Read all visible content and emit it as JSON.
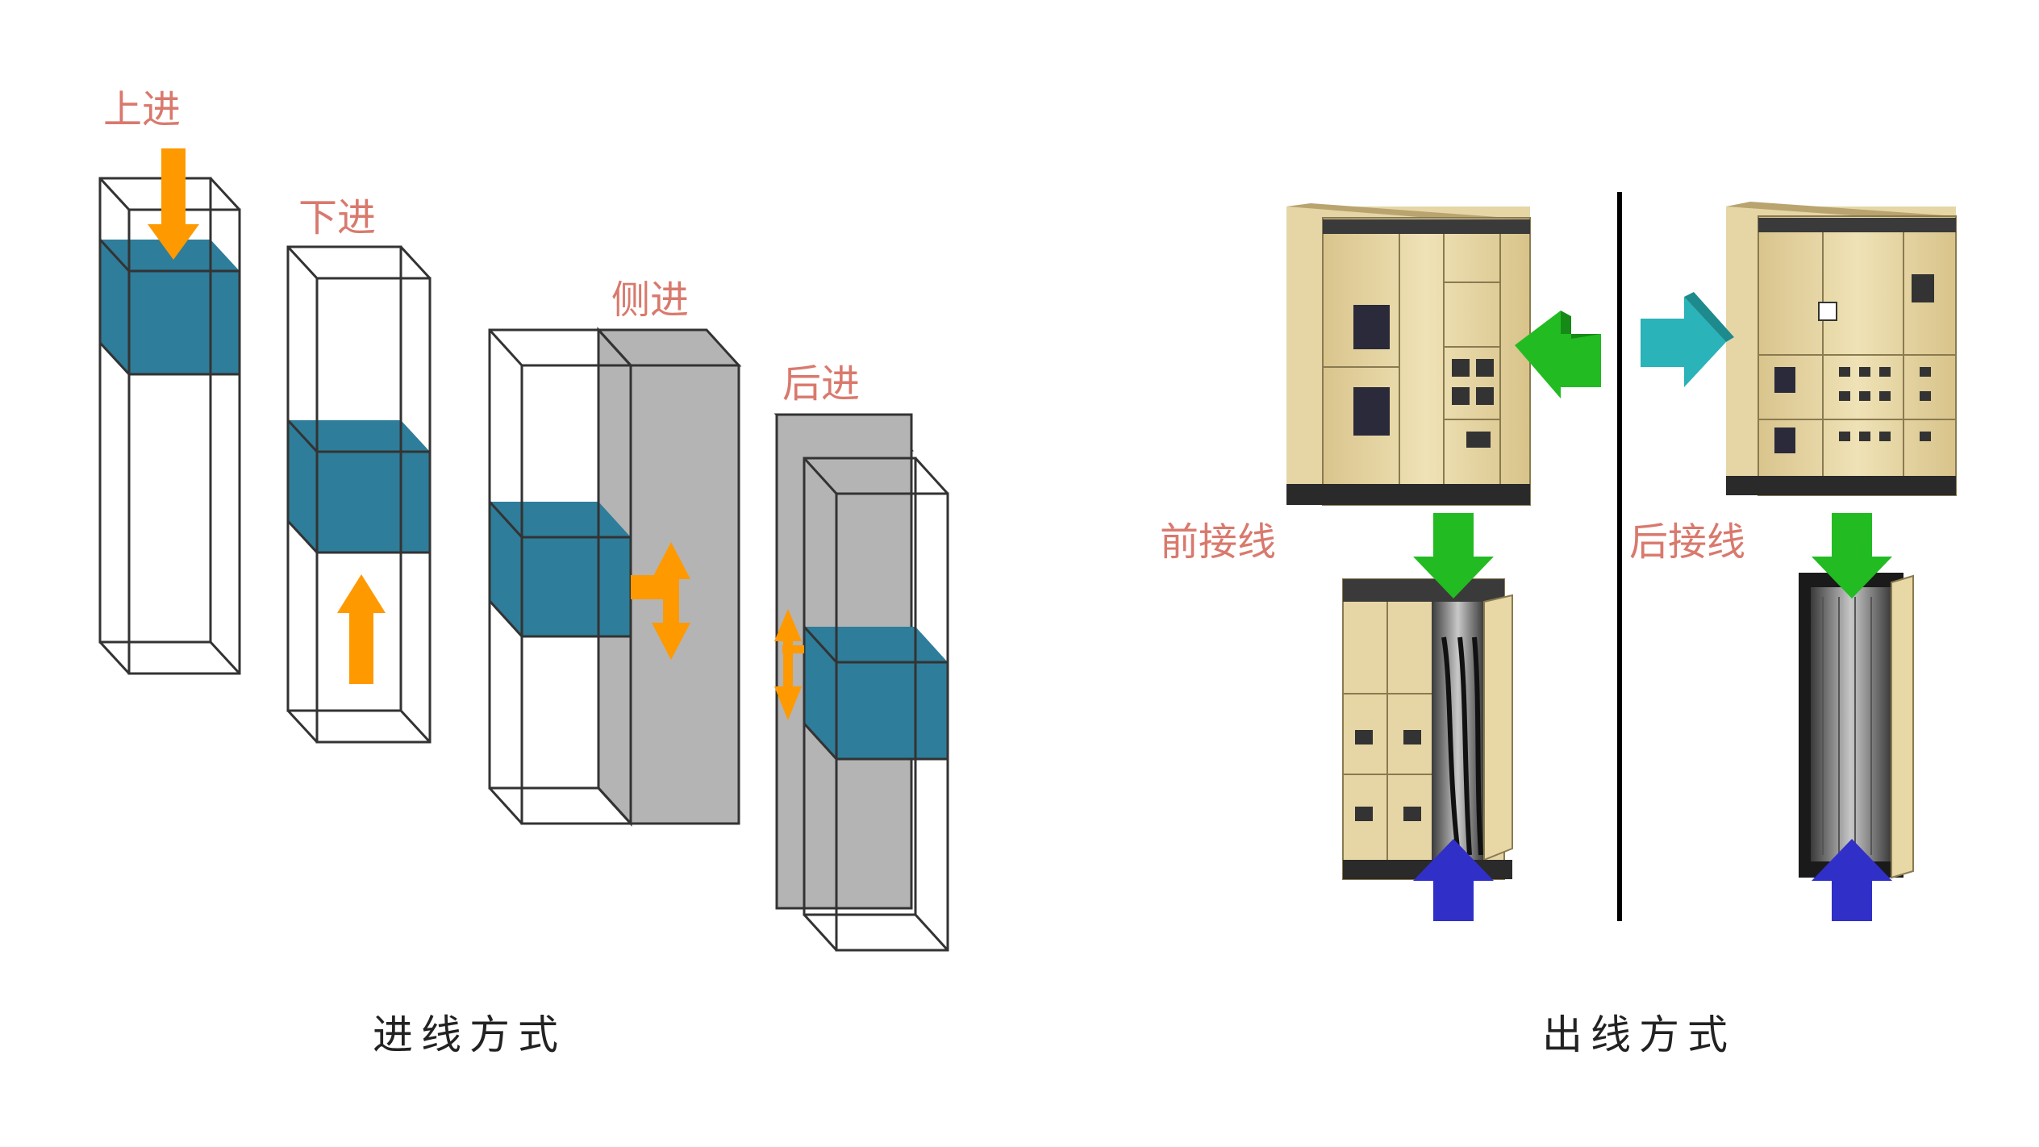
{
  "inlet": {
    "caption": "进线方式",
    "top_label": "上进",
    "bottom_label": "下进",
    "side_label": "侧进",
    "rear_label": "后进"
  },
  "outlet": {
    "caption": "出线方式",
    "front_label": "前接线",
    "rear_label": "后接线"
  },
  "colors": {
    "label": "#d9796d",
    "frame": "#333333",
    "block": "#2e7d9a",
    "gray": "#b4b4b4",
    "orange_arrow": "#ff9900",
    "green_arrow": "#22bb22",
    "cyan_arrow": "#2ab3b8",
    "blue_arrow": "#3030c8",
    "cabinet": "#e6d6a6",
    "divider": "#000000"
  }
}
